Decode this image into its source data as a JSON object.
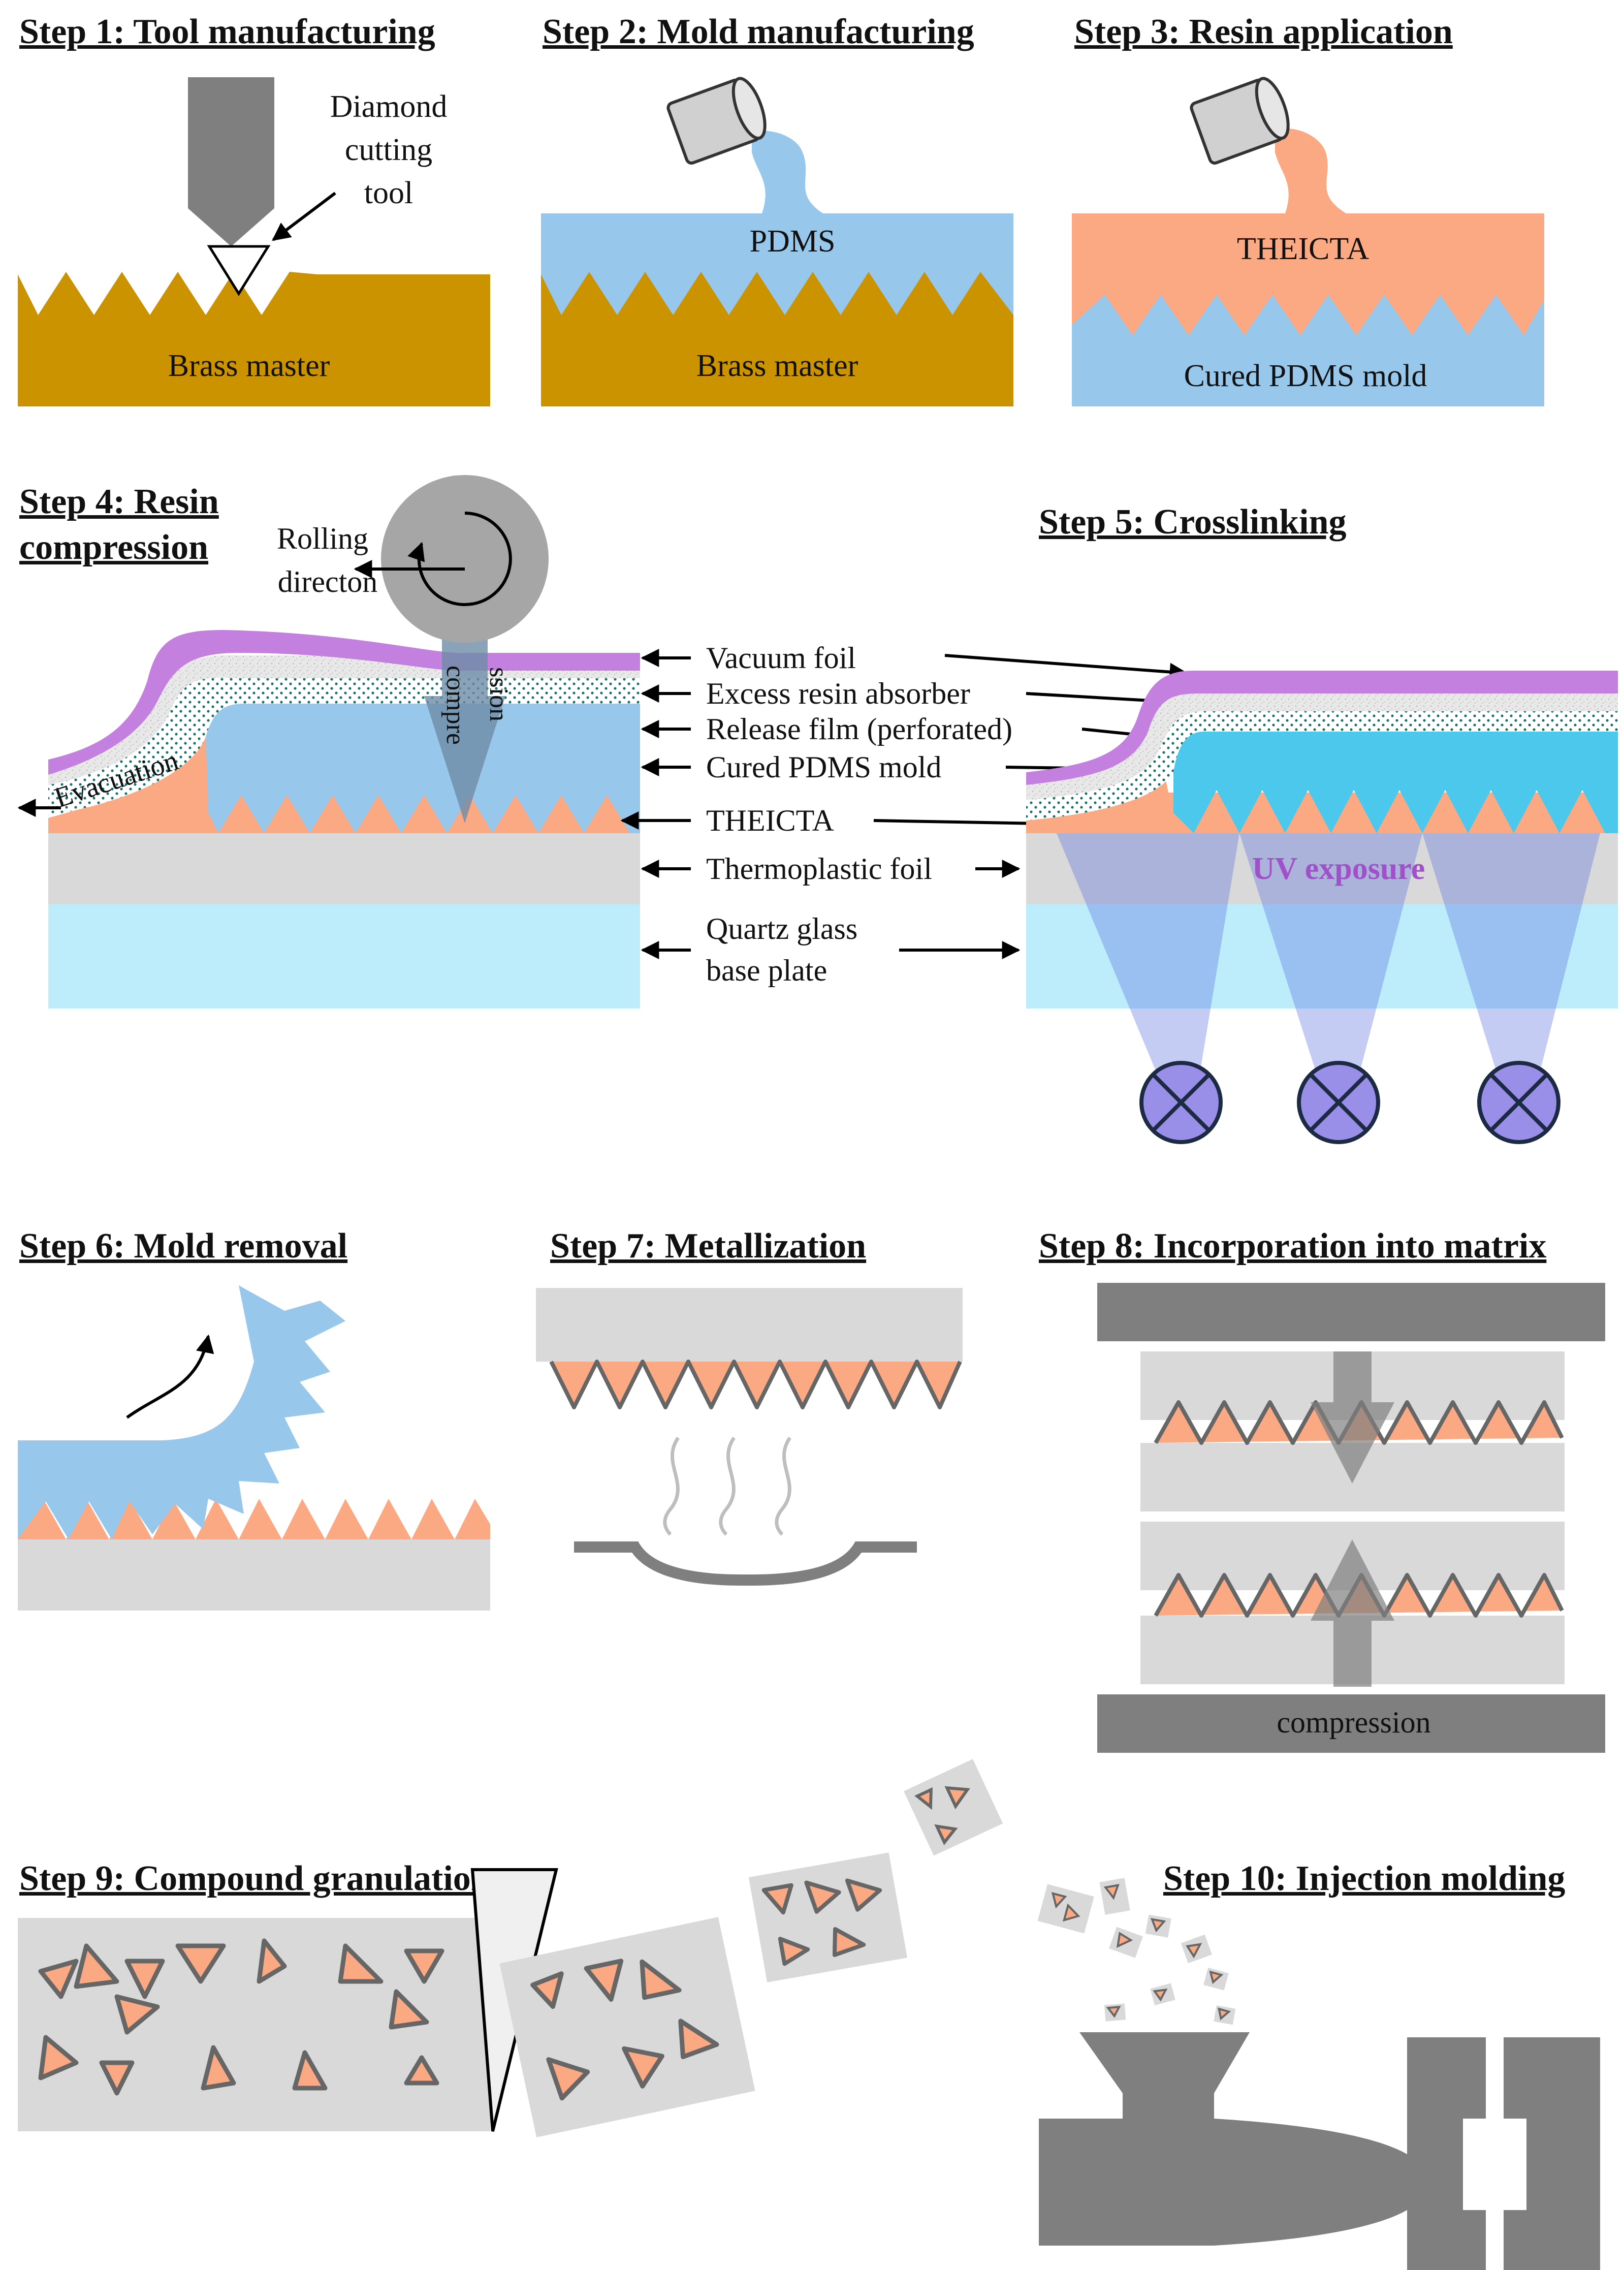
{
  "steps": {
    "s1": "Step 1: Tool manufacturing",
    "s2": "Step 2: Mold manufacturing",
    "s3": "Step 3: Resin application",
    "s4a": "Step 4: Resin",
    "s4b": "compression",
    "s5": "Step 5: Crosslinking",
    "s6": "Step 6: Mold removal",
    "s7": "Step 7: Metallization",
    "s8": "Step 8: Incorporation into matrix",
    "s9": "Step 9: Compound granulation",
    "s10": "Step 10: Injection molding"
  },
  "labels": {
    "diamond1": "Diamond",
    "diamond2": "cutting",
    "diamond3": "tool",
    "brass_master": "Brass master",
    "pdms": "PDMS",
    "theicta": "THEICTA",
    "cured_pdms_mold": "Cured PDMS mold",
    "rolling1": "Rolling",
    "rolling2": "directon",
    "compression_a": "compre",
    "compression_b": "ssion",
    "evacuation": "Evacuation",
    "vacuum_foil": "Vacuum foil",
    "excess_resin_absorber": "Excess resin absorber",
    "release_film": "Release film (perforated)",
    "cured_pdms_mold_layer": "Cured PDMS mold",
    "theicta_layer": "THEICTA",
    "thermoplastic_foil": "Thermoplastic foil",
    "quartz1": "Quartz glass",
    "quartz2": "base plate",
    "uv_exposure": "UV exposure",
    "compression": "compression"
  },
  "colors": {
    "brass": "#CC9300",
    "pdms": "#97C8EC",
    "theicta": "#FBA982",
    "foil_gray": "#D9D9D9",
    "quartz": "#BDECFB",
    "vacuum_foil": "#C480DF",
    "uv_lamp": "#9A8FE8",
    "uv_text": "#A050C8",
    "pdms_bright": "#4CC8EC",
    "machine_gray": "#7F7F7F"
  }
}
